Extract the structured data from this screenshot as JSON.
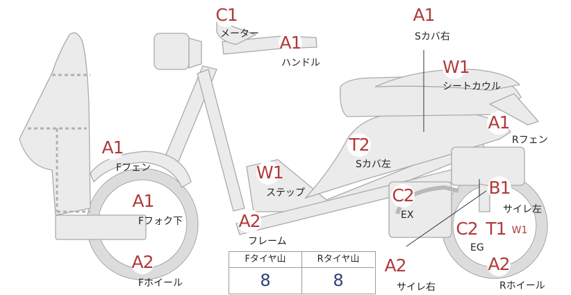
{
  "parts": [
    {
      "name": "meter",
      "grade": "C1",
      "label": "メーター"
    },
    {
      "name": "handle",
      "grade": "A1",
      "label": "ハンドル"
    },
    {
      "name": "s-cover-right",
      "grade": "A1",
      "label": "Sカバ右"
    },
    {
      "name": "seat-cowl",
      "grade": "W1",
      "label": "シートカウル"
    },
    {
      "name": "r-fender",
      "grade": "A1",
      "label": "Rフェン"
    },
    {
      "name": "f-fender",
      "grade": "A1",
      "label": "Fフェン"
    },
    {
      "name": "s-cover-left",
      "grade": "T2",
      "label": "Sカバ左"
    },
    {
      "name": "step",
      "grade": "W1",
      "label": "ステップ"
    },
    {
      "name": "exhaust",
      "grade": "C2",
      "label": "EX"
    },
    {
      "name": "muffler-left",
      "grade": "B1",
      "label": "サイレ左"
    },
    {
      "name": "f-fork-lower",
      "grade": "A1",
      "label": "Fフォク下"
    },
    {
      "name": "frame",
      "grade": "A2",
      "label": "フレーム"
    },
    {
      "name": "engine",
      "grade": "C2",
      "label": "EG"
    },
    {
      "name": "f-wheel",
      "grade": "A2",
      "label": "Fホイール"
    },
    {
      "name": "muffler-right",
      "grade": "A2",
      "label": "サイレ右"
    },
    {
      "name": "r-wheel",
      "grade": "A2",
      "label": "Rホイール"
    }
  ],
  "extra_grades": {
    "engine_t": "T1",
    "engine_w": "W1"
  },
  "tire_tread": {
    "front_label": "Fタイヤ山",
    "front_value": "8",
    "rear_label": "Rタイヤ山",
    "rear_value": "8"
  }
}
